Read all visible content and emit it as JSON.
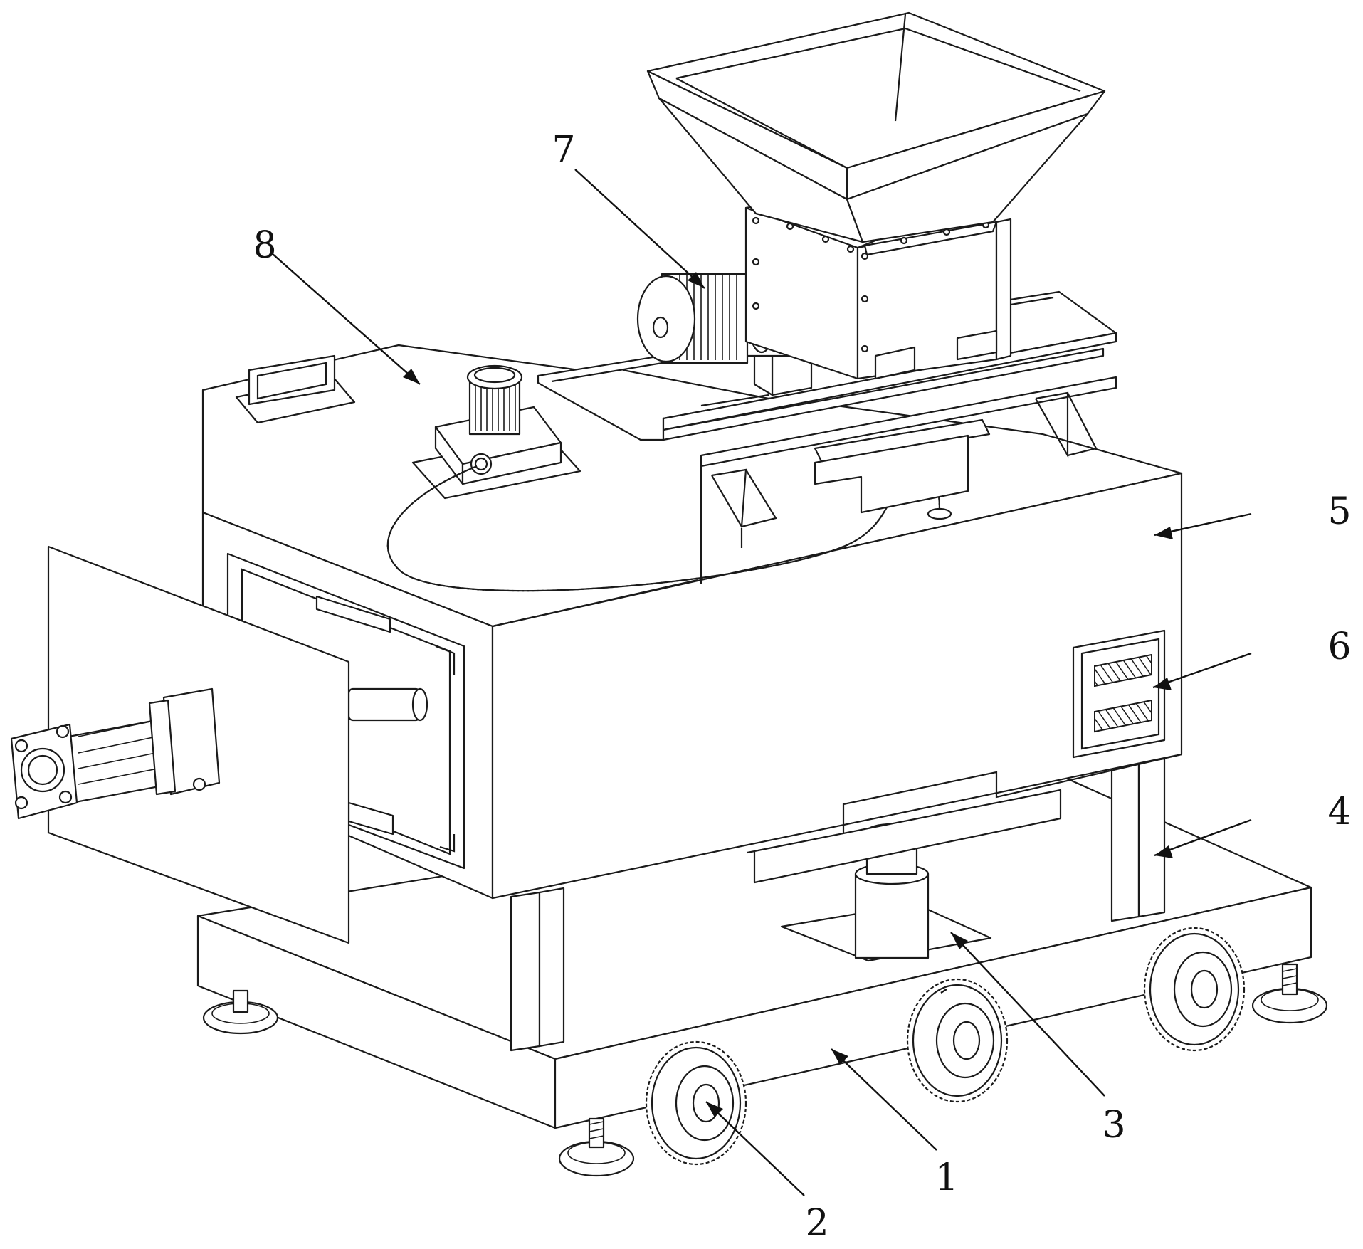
{
  "figure": {
    "callouts": [
      {
        "id": "1",
        "label": "1"
      },
      {
        "id": "2",
        "label": "2"
      },
      {
        "id": "3",
        "label": "3"
      },
      {
        "id": "4",
        "label": "4"
      },
      {
        "id": "5",
        "label": "5"
      },
      {
        "id": "6",
        "label": "6"
      },
      {
        "id": "7",
        "label": "7"
      },
      {
        "id": "8",
        "label": "8"
      }
    ],
    "line_color": "#1a1a1a",
    "background": "#ffffff"
  }
}
